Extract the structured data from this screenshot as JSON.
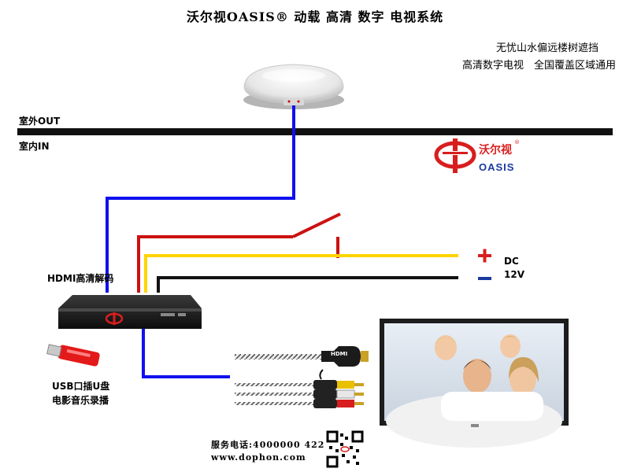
{
  "title": "沃尔视OASIS® 动载 高清 数字 电视系统",
  "slogan": {
    "line1": "无忧山水偏远楼树遮挡",
    "line2": "高清数字电视　全国覆盖区域通用"
  },
  "labels": {
    "outdoor": "室外OUT",
    "indoor": "室内IN",
    "receiver": "HDMI高清解码",
    "usb_line1": "USB口插U盘",
    "usb_line2": "电影音乐录播",
    "plus": "+",
    "minus": "–",
    "dc": "DC",
    "voltage": "12V",
    "hdmi_plug": "HDMI"
  },
  "logo": {
    "name_cn": "沃尔视",
    "name_en": "OASIS",
    "mark": "®"
  },
  "footer": {
    "phone": "服务电话:4000000 422",
    "url": "www.dophon.com"
  },
  "colors": {
    "blue_cable": "#1010ee",
    "red_cable": "#cc1111",
    "yellow_cable": "#ffd400",
    "black_cable": "#111111",
    "logo_red": "#d81e1e",
    "logo_blue": "#1a3aa0"
  }
}
